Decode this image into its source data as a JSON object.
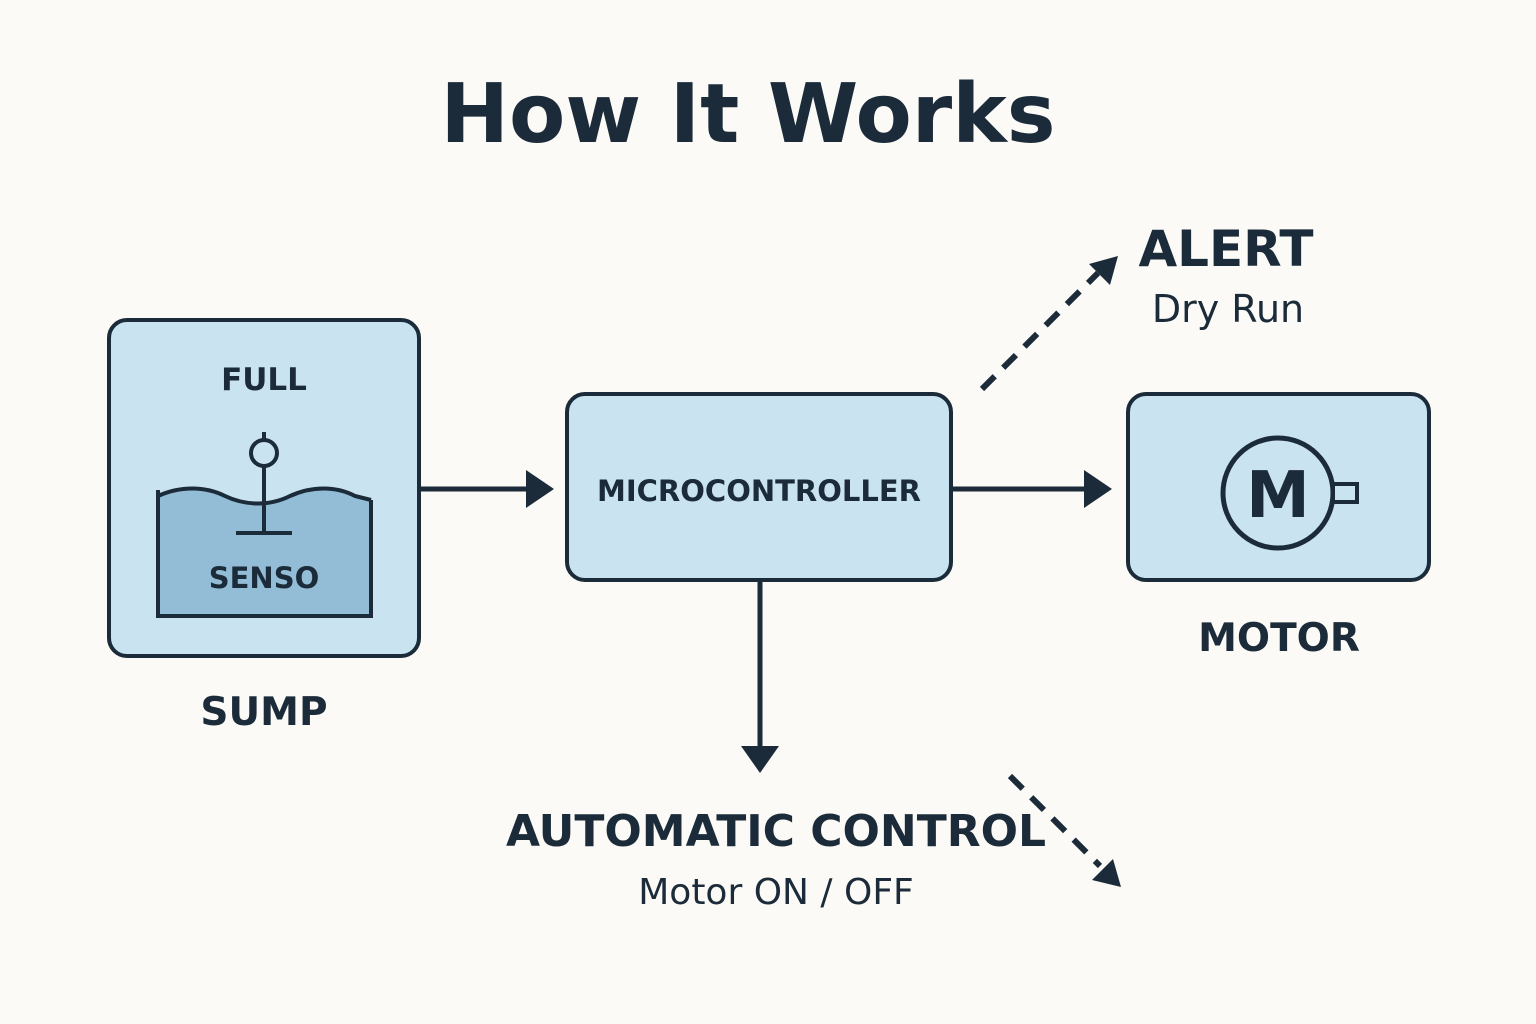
{
  "title": "How It Works",
  "sump": {
    "label": "SUMP",
    "level_label": "FULL",
    "sensor_label": "SENSO"
  },
  "microcontroller": {
    "label": "MICROCONTROLLER"
  },
  "motor": {
    "label": "MOTOR",
    "symbol": "M"
  },
  "alert": {
    "title": "ALERT",
    "subtitle": "Dry Run"
  },
  "automatic_control": {
    "title": "AUTOMATIC CONTROL",
    "subtitle": "Motor ON / OFF"
  },
  "colors": {
    "background": "#fbfaf6",
    "box_fill": "#c9e3f0",
    "water_fill": "#93bcd6",
    "stroke": "#1b2b3a"
  }
}
